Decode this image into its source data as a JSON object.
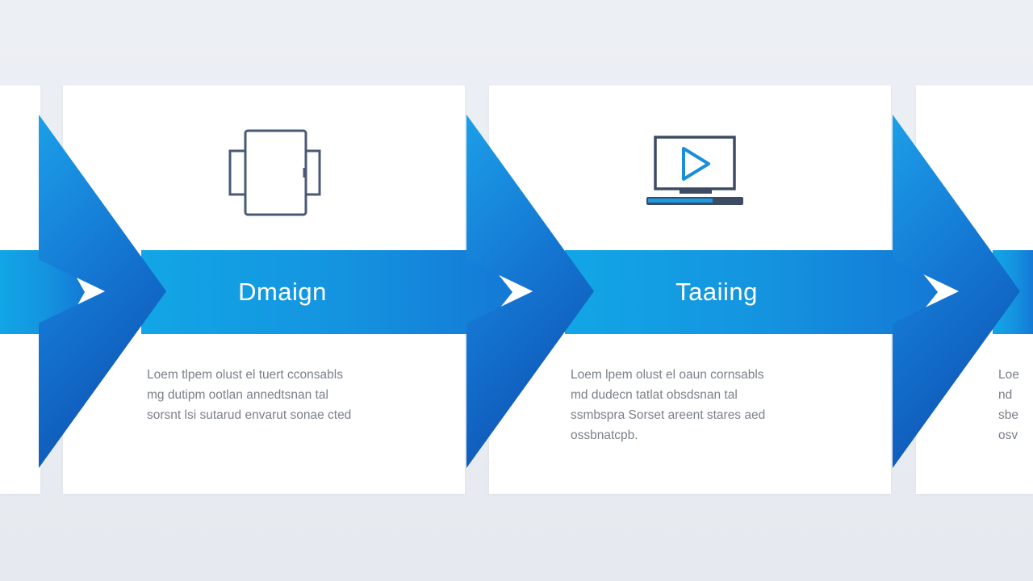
{
  "steps": [
    {
      "title": "Dmaign",
      "description": "Loem tlpem olust el tuert cconsabls\nmg dutipm ootlan annedtsnan tal\nsorsnt lsi sutarud envarut sonae cted",
      "icon": "tablet-icon"
    },
    {
      "title": "Taaiing",
      "description": "Loem lpem olust el oaun cornsabls\nmd dudecn tatlat obsdsnan tal\nssmbspra Sorset areent stares aed\nossbnatcpb.",
      "icon": "laptop-play-icon"
    },
    {
      "title": "",
      "description": "Loe\nnd\nsbe\nosv",
      "icon": ""
    }
  ],
  "colors": {
    "background": "#eceff4",
    "band_light": "#12a6e6",
    "band_dark": "#1479d6",
    "chevron_dark": "#0d47a8",
    "icon_stroke": "#4a5a75",
    "text": "#7b808a"
  }
}
